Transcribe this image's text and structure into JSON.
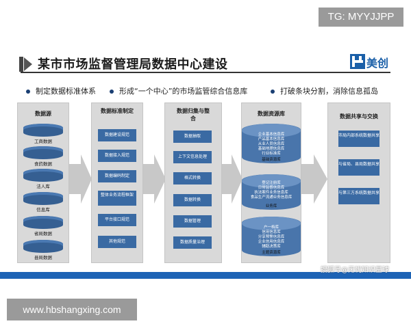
{
  "watermark_top": "TG: MYYJJPP",
  "title": "某市市场监督管理局数据中心建设",
  "logo_text": "美创",
  "bullets": [
    "制定数据标准体系",
    "形成“一个中心”的市场监管综合信息库",
    "打破条块分割，消除信息孤岛"
  ],
  "panels": {
    "source": {
      "title": "数据源",
      "items": [
        "工商数据",
        "食药数据",
        "法人库",
        "信息库",
        "省局数据",
        "县局数据"
      ]
    },
    "standard": {
      "title": "数据标准制定",
      "items": [
        "数据建设规范",
        "数据接入规范",
        "数据编码制定",
        "整体业务流程框架",
        "平台接口规范",
        "其他规范"
      ]
    },
    "integrate": {
      "title": "数据归集与整合",
      "items": [
        "数据抽取",
        "上下文信息处理",
        "格式转换",
        "数据转换",
        "数据管理",
        "数据质量治理"
      ]
    },
    "resource": {
      "title": "数据资源库",
      "cylinders": [
        {
          "lines": [
            "企业基本信息库",
            "产品基本信息库",
            "从业人员信息库",
            "基础地理信息库",
            "行业标准库"
          ],
          "caption": "基础资源库"
        },
        {
          "lines": [
            "登记注册库",
            "日常监督信息库",
            "执法案件业务信息库",
            "食品生产流通业务信息库"
          ],
          "caption": "业务库"
        },
        {
          "lines": [
            "户一档库",
            "信用信息库",
            "分享预警信息库",
            "企业信用信息库",
            "辅助决策库"
          ],
          "caption": "主题资源库"
        }
      ]
    },
    "share": {
      "title": "数据共享与交换",
      "items": [
        "市局内部系统数据共享",
        "与省局、县局数据共享",
        "与第三方系统数据共享"
      ]
    }
  },
  "watermark_bottom": "搜狐号@无忧知识星球",
  "watermark_url": "www.hbshangxing.com"
}
